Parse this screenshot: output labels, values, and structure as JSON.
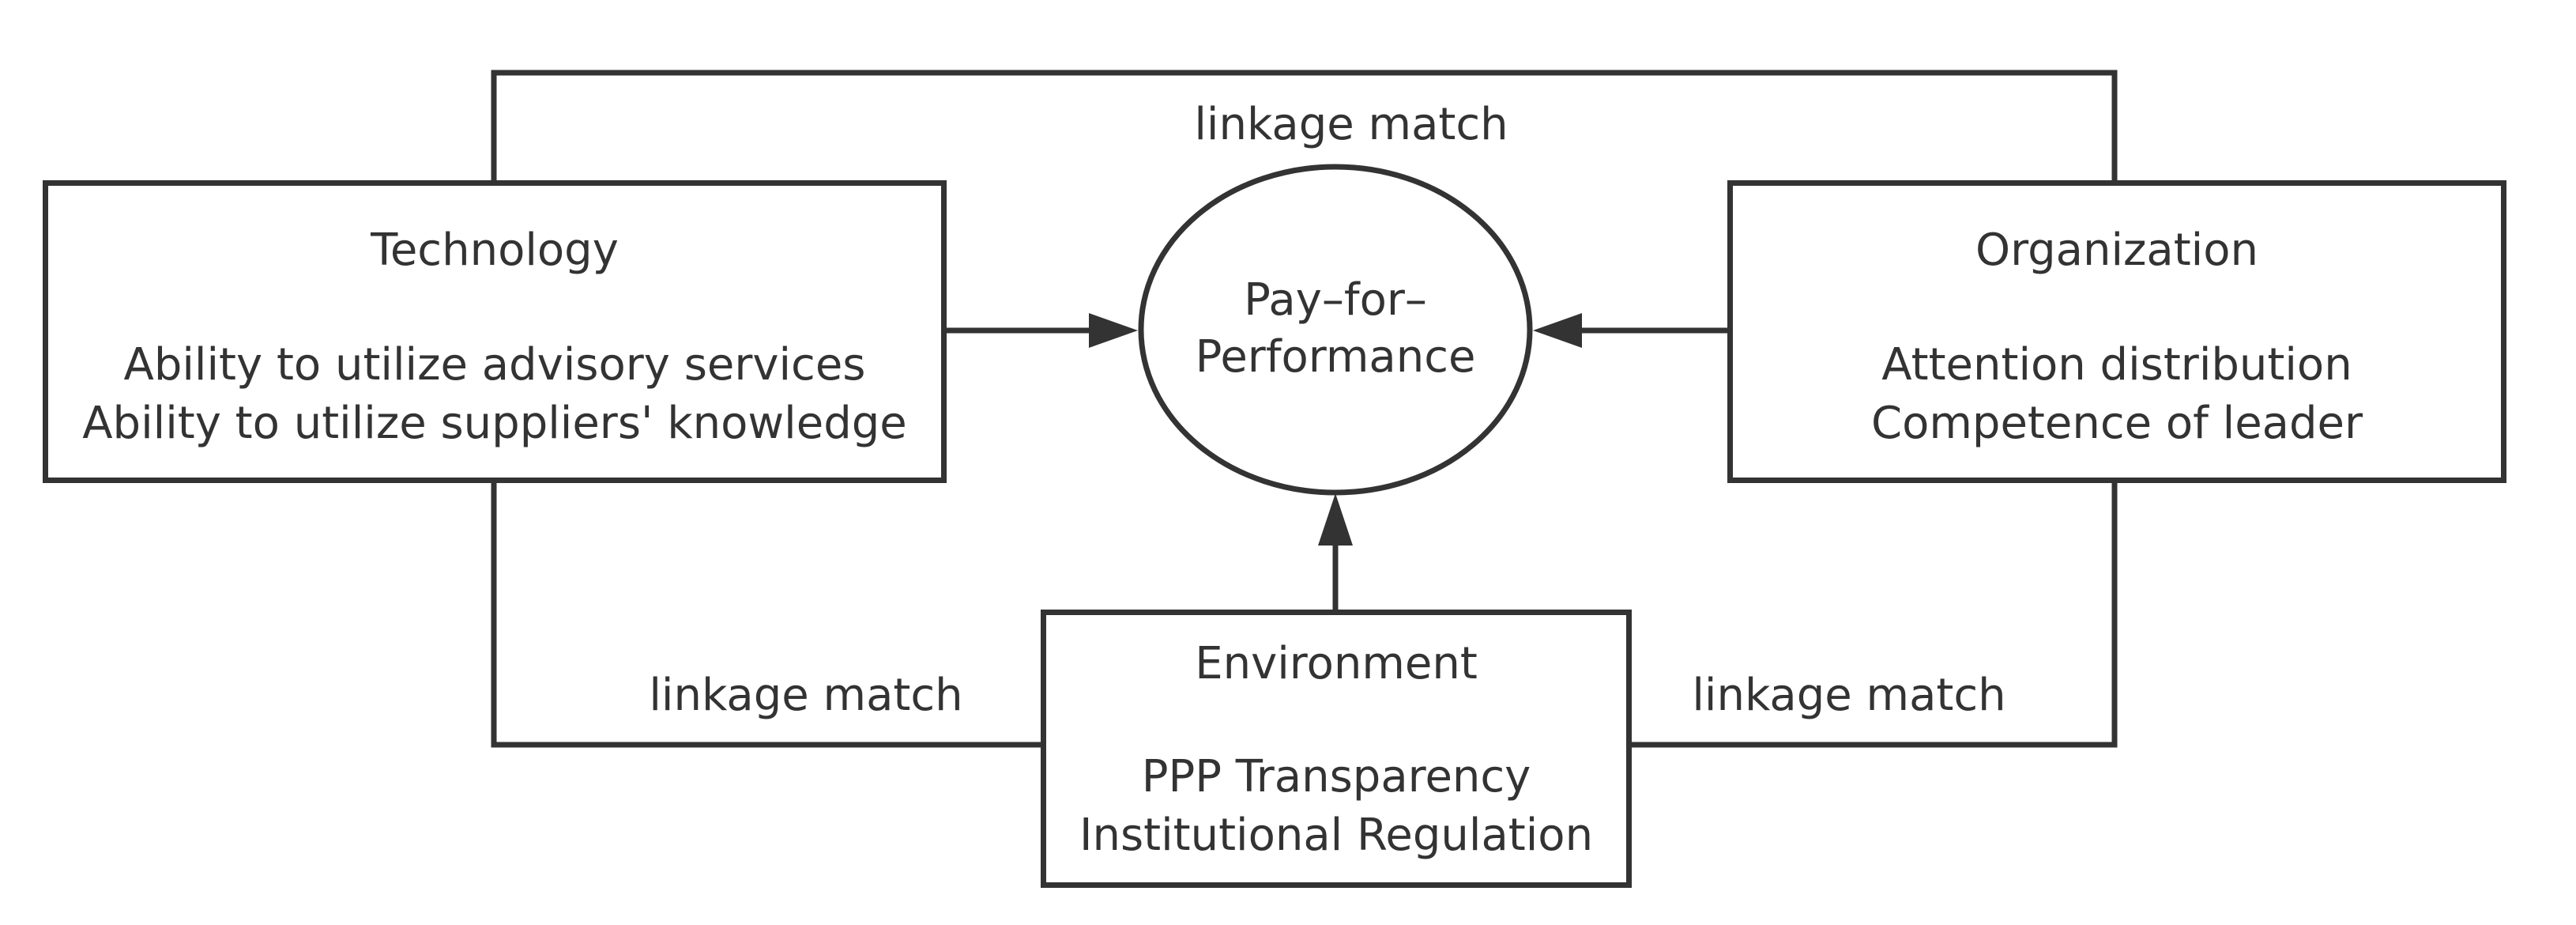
{
  "diagram": {
    "center": {
      "lines": [
        "Pay–for–",
        "Performance"
      ]
    },
    "technology": {
      "title": "Technology",
      "items": [
        "Ability to utilize advisory services",
        "Ability to utilize suppliers' knowledge"
      ]
    },
    "organization": {
      "title": "Organization",
      "items": [
        "Attention distribution",
        "Competence of leader"
      ]
    },
    "environment": {
      "title": "Environment",
      "items": [
        "PPP Transparency",
        "Institutional Regulation"
      ]
    },
    "links": {
      "top": "linkage match",
      "left": "linkage match",
      "right": "linkage match"
    },
    "colors": {
      "stroke": "#333333",
      "text": "#333333",
      "background": "#ffffff"
    }
  }
}
